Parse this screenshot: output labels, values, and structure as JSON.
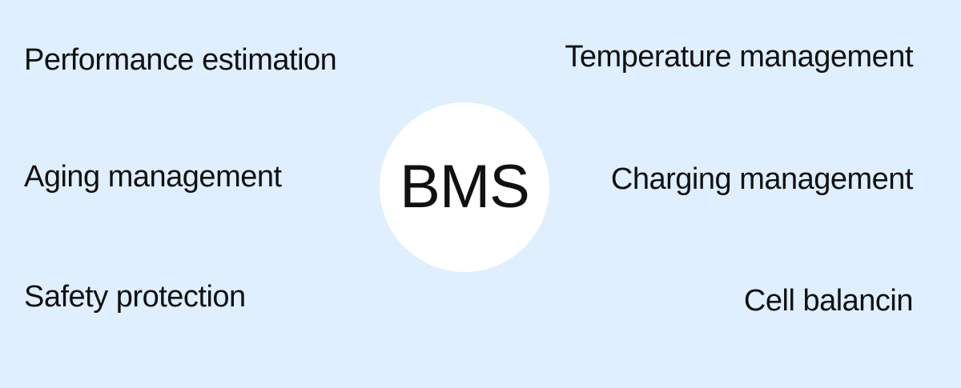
{
  "center": {
    "label": "BMS"
  },
  "functions": {
    "left": [
      "Performance estimation",
      "Aging management",
      "Safety protection"
    ],
    "right": [
      "Temperature management",
      "Charging management",
      "Cell balancin"
    ]
  },
  "colors": {
    "background": "#dfeffd",
    "circle": "#ffffff",
    "text": "#111111"
  }
}
